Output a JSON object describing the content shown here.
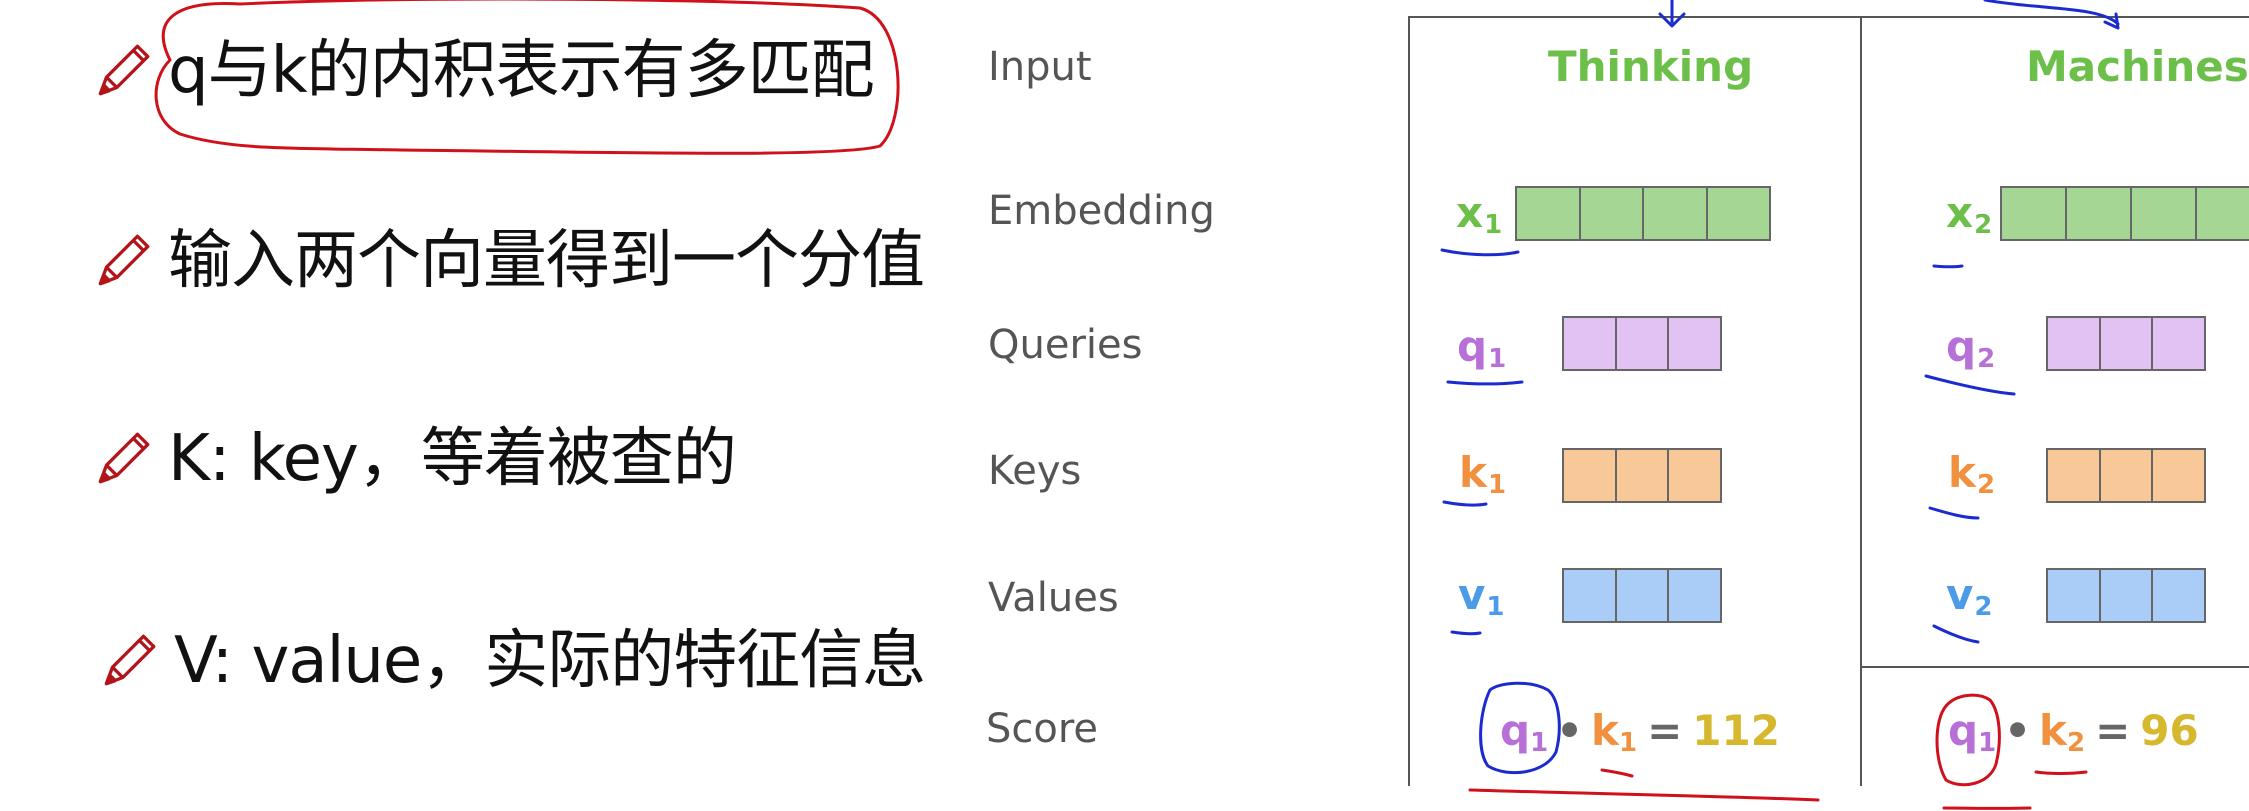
{
  "bullets": [
    {
      "text": "q与k的内积表示有多匹配",
      "icon": "pencil-icon"
    },
    {
      "text": "输入两个向量得到一个分值",
      "icon": "pencil-icon"
    },
    {
      "text": "K: key，等着被查的",
      "icon": "pencil-icon"
    },
    {
      "text": "V: value，实际的特征信息",
      "icon": "pencil-icon"
    }
  ],
  "row_labels": {
    "input": "Input",
    "embedding": "Embedding",
    "queries": "Queries",
    "keys": "Keys",
    "values": "Values",
    "score": "Score"
  },
  "words": [
    {
      "word": "Thinking",
      "x": "x",
      "x_sub": "1",
      "q": "q",
      "q_sub": "1",
      "k": "k",
      "k_sub": "1",
      "v": "v",
      "v_sub": "1",
      "score": {
        "q": "q",
        "q_sub": "1",
        "k": "k",
        "k_sub": "1",
        "equals": "=",
        "value": "112"
      }
    },
    {
      "word": "Machines",
      "x": "x",
      "x_sub": "2",
      "q": "q",
      "q_sub": "2",
      "k": "k",
      "k_sub": "2",
      "v": "v",
      "v_sub": "2",
      "score": {
        "q": "q",
        "q_sub": "1",
        "k": "k",
        "k_sub": "2",
        "equals": "=",
        "value": "96"
      }
    }
  ],
  "colors": {
    "word": "#6cc04a",
    "embedding": "#a5d693",
    "query": "#b670d8",
    "query_fill": "#e1c2f3",
    "key": "#f19140",
    "key_fill": "#f8c899",
    "value": "#4b9be8",
    "value_fill": "#a9cdf6",
    "score_value": "#d6b82e",
    "ink_red": "#d0101a",
    "ink_blue": "#1c2bd0"
  }
}
